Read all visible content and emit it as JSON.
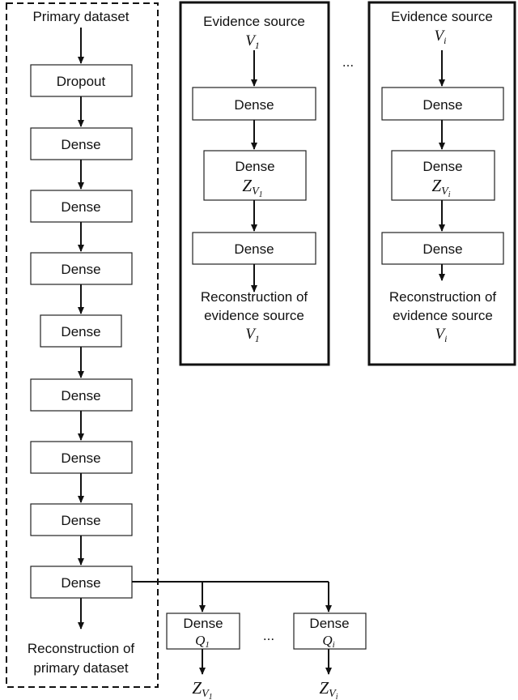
{
  "primary": {
    "input_label": "Primary dataset",
    "layers": [
      "Dropout",
      "Dense",
      "Dense",
      "Dense",
      "Dense",
      "Dense",
      "Dense",
      "Dense",
      "Dense"
    ],
    "output_label_line1": "Reconstruction of",
    "output_label_line2": "primary dataset"
  },
  "evidence": [
    {
      "title": "Evidence source",
      "var": "V",
      "sub": "1",
      "layer1": "Dense",
      "layer2": "Dense",
      "latent": "Z",
      "latent_sub": "V",
      "latent_subsub": "1",
      "layer3": "Dense",
      "recon_line1": "Reconstruction of",
      "recon_line2": "evidence source"
    },
    {
      "title": "Evidence source",
      "var": "V",
      "sub": "i",
      "layer1": "Dense",
      "layer2": "Dense",
      "latent": "Z",
      "latent_sub": "V",
      "latent_subsub": "i",
      "layer3": "Dense",
      "recon_line1": "Reconstruction of",
      "recon_line2": "evidence source"
    }
  ],
  "evidence_ellipsis": "...",
  "heads": [
    {
      "label": "Dense",
      "q": "Q",
      "q_sub": "1",
      "z": "Z",
      "z_sub": "V",
      "z_subsub": "1"
    },
    {
      "label": "Dense",
      "q": "Q",
      "q_sub": "i",
      "z": "Z",
      "z_sub": "V",
      "z_subsub": "i"
    }
  ],
  "heads_ellipsis": "..."
}
